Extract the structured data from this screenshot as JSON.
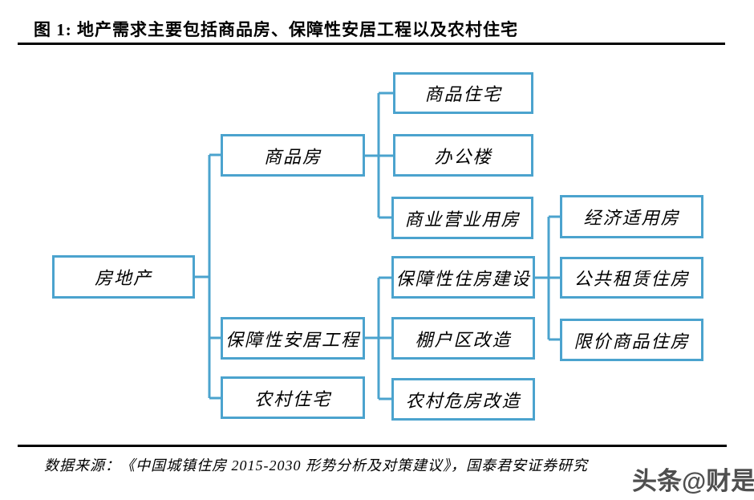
{
  "title": {
    "label": "图 1: 地产需求主要包括商品房、保障性安居工程以及农村住宅"
  },
  "colors": {
    "box_border": "#4ba3ce",
    "connector": "#4ba3ce",
    "text": "#000000",
    "watermark": "#4f4f4f"
  },
  "tree": {
    "root": {
      "label": "房地产"
    },
    "level2": [
      {
        "label": "商品房"
      },
      {
        "label": "保障性安居工程"
      },
      {
        "label": "农村住宅"
      }
    ],
    "commodity_children": [
      {
        "label": "商品住宅"
      },
      {
        "label": "办公楼"
      },
      {
        "label": "商业营业用房"
      }
    ],
    "support_children": [
      {
        "label": "保障性住房建设"
      },
      {
        "label": "棚户区改造"
      },
      {
        "label": "农村危房改造"
      }
    ],
    "support_housing_children": [
      {
        "label": "经济适用房"
      },
      {
        "label": "公共租赁住房"
      },
      {
        "label": "限价商品住房"
      }
    ]
  },
  "footer": {
    "source": "数据来源：《中国城镇住房 2015-2030 形势分析及对策建议》，国泰君安证券研究"
  },
  "watermark": {
    "label": "头条@财是"
  }
}
